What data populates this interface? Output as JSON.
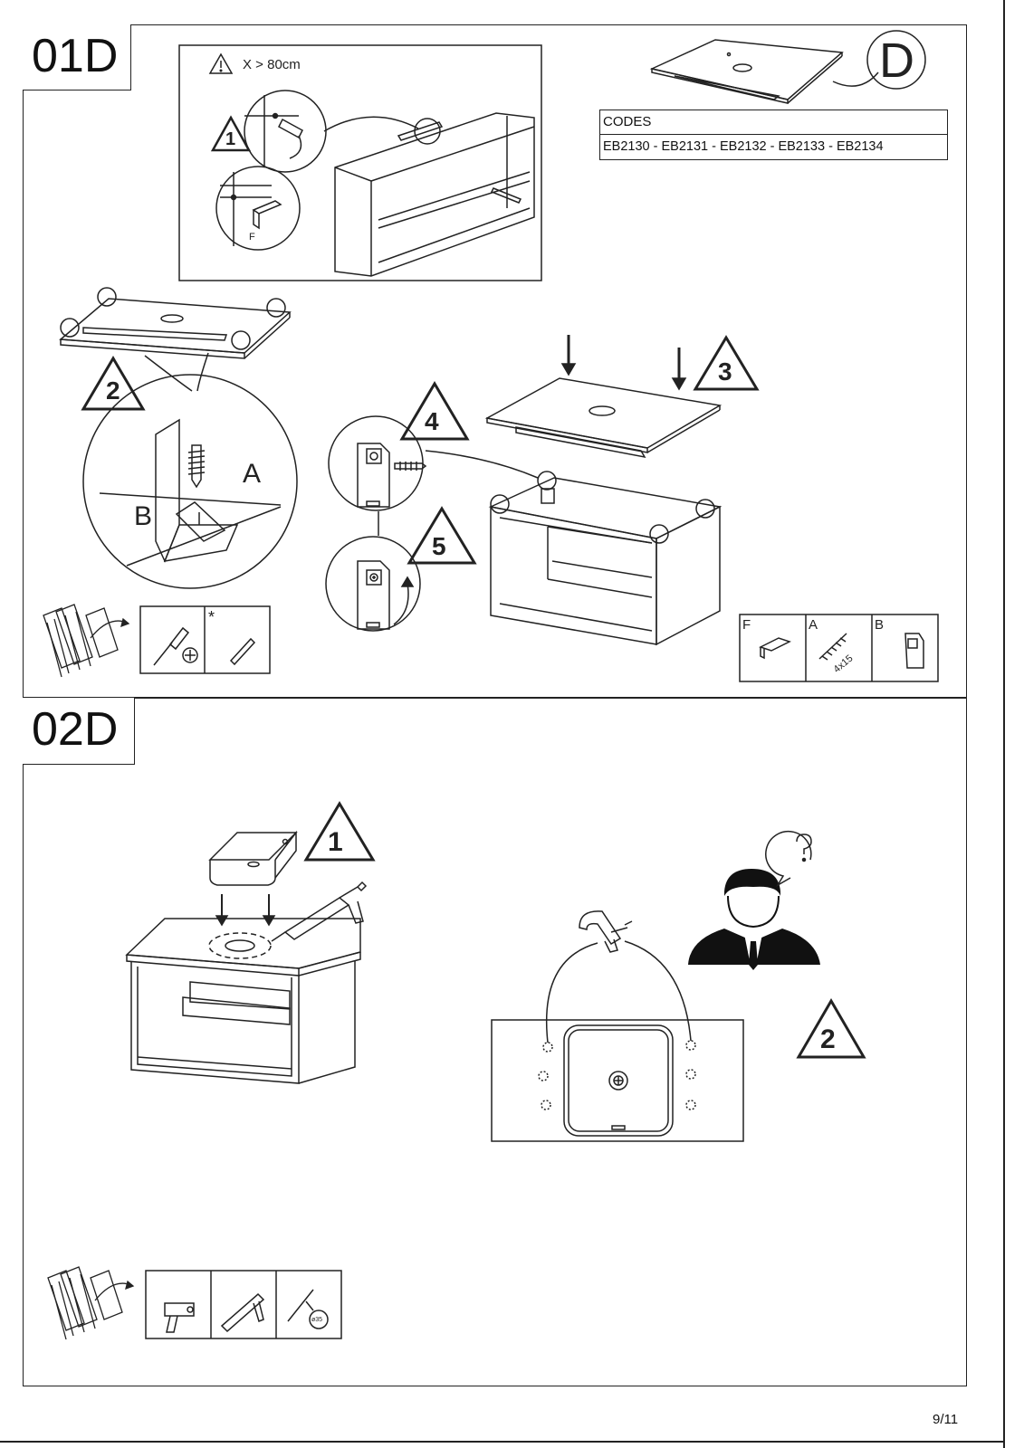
{
  "page": {
    "number": "9/11"
  },
  "section1": {
    "label": "01D",
    "warning_text": "X > 80cm",
    "codes": {
      "header": "CODES",
      "values": "EB2130 - EB2131 - EB2132 - EB2133 - EB2134"
    },
    "component_letter": "D",
    "steps": [
      "1",
      "2",
      "3",
      "4",
      "5"
    ],
    "detail_letters": {
      "a": "A",
      "b": "B",
      "f": "F"
    },
    "parts_table": [
      {
        "letter": "F",
        "icon": "bracket-icon"
      },
      {
        "letter": "A",
        "icon": "screw-icon",
        "size": "4x15"
      },
      {
        "letter": "B",
        "icon": "corner-block-icon"
      }
    ],
    "tools": [
      {
        "icon": "screwdriver-icon"
      },
      {
        "icon": "nail-icon",
        "mark": "*"
      }
    ]
  },
  "section2": {
    "label": "02D",
    "steps": [
      "1",
      "2"
    ],
    "tools": [
      {
        "icon": "drill-icon"
      },
      {
        "icon": "silicone-gun-icon"
      },
      {
        "icon": "hole-saw-icon",
        "size": "ø35"
      }
    ]
  },
  "colors": {
    "line": "#222222",
    "background": "#ffffff"
  }
}
